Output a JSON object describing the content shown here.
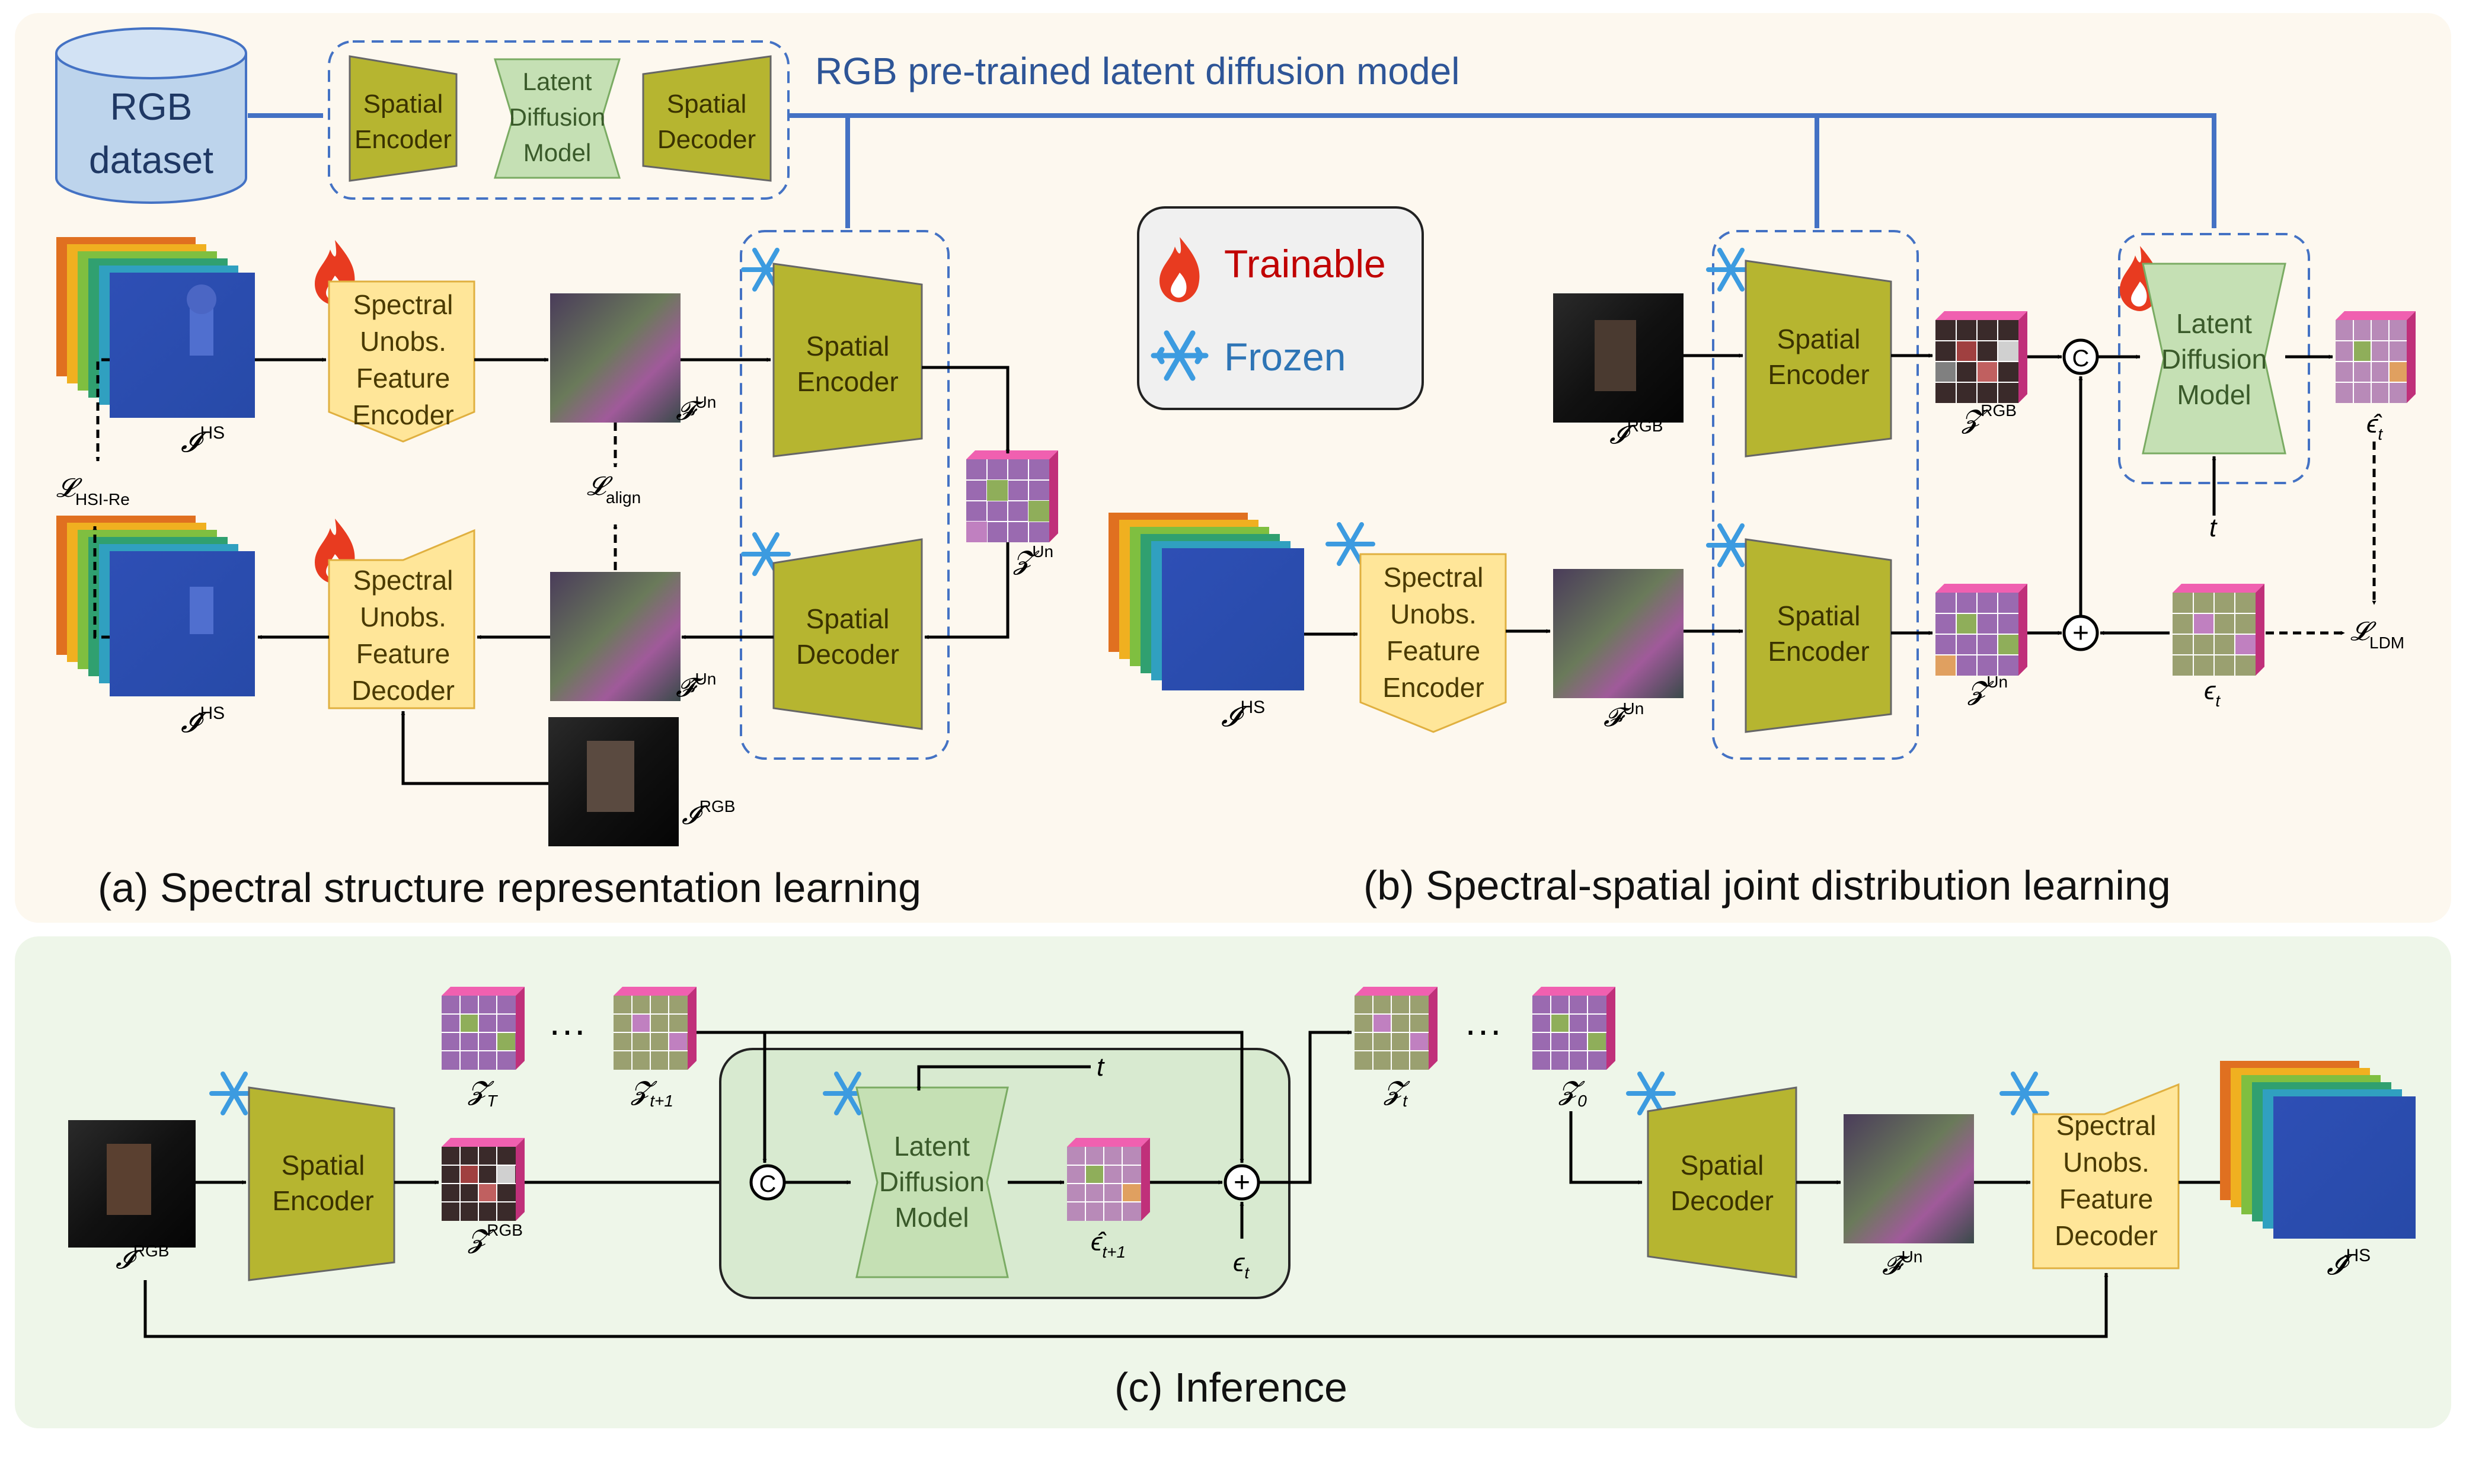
{
  "figure": {
    "pretrained_label": "RGB pre-trained latent diffusion model",
    "dataset": {
      "line1": "RGB",
      "line2": "dataset"
    },
    "legend": {
      "trainable": "Trainable",
      "frozen": "Frozen"
    },
    "captions": {
      "a": "(a) Spectral structure representation learning",
      "b": "(b) Spectral-spatial joint distribution learning",
      "c": "(c) Inference"
    },
    "modules": {
      "spatial_encoder": [
        "Spatial",
        "Encoder"
      ],
      "spatial_decoder": [
        "Spatial",
        "Decoder"
      ],
      "latent_diffusion": [
        "Latent",
        "Diffusion",
        "Model"
      ],
      "spec_encoder": [
        "Spectral",
        "Unobs.",
        "Feature",
        "Encoder"
      ],
      "spec_decoder": [
        "Spectral",
        "Unobs.",
        "Feature",
        "Decoder"
      ]
    },
    "symbols": {
      "concat": "C",
      "plus": "+",
      "dots": "···",
      "t": "t",
      "I": "𝓘",
      "I_hat": "𝓘̂",
      "F": "𝓕",
      "F_hat": "𝓕̂",
      "Z": "𝓩",
      "L": "𝓛",
      "eps": "ϵ",
      "eps_hat": "ϵ̂",
      "sup_HS": "HS",
      "sup_RGB": "RGB",
      "sup_Un": "Un",
      "sub_hsi": "HSI-Re",
      "sub_align": "align",
      "sub_ldm": "LDM",
      "sub_t": "t",
      "sub_T": "T",
      "sub_t1": "t+1",
      "sub_0": "0"
    }
  }
}
